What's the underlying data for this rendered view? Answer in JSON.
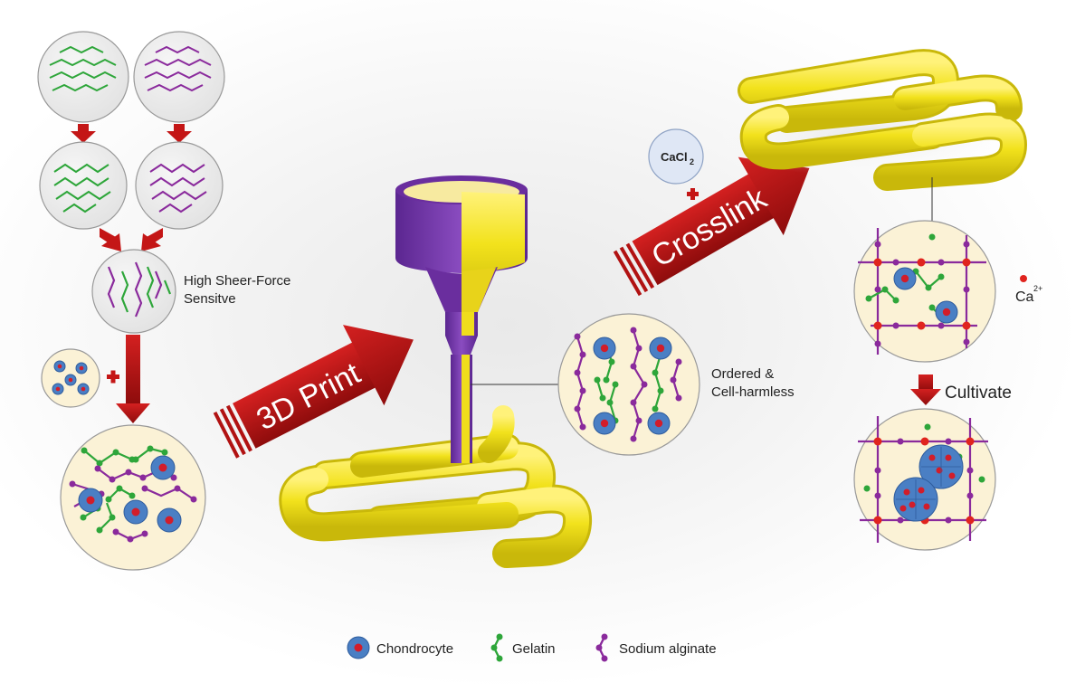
{
  "labels": {
    "shear_line1": "High Sheer-Force",
    "shear_line2": "Sensitve",
    "ordered_line1": "Ordered &",
    "ordered_line2": "Cell-harmless",
    "print_arrow": "3D Print",
    "crosslink_arrow": "Crosslink",
    "cacl2_main": "CaCl",
    "cacl2_sub": "2",
    "ca_ion": "Ca",
    "ca_charge": "2+",
    "cultivate": "Cultivate"
  },
  "legend": {
    "chondrocyte": "Chondrocyte",
    "gelatin": "Gelatin",
    "alginate": "Sodium alginate"
  },
  "colors": {
    "gelatin_green": "#2ea63a",
    "alginate_purple": "#8a2a9c",
    "chondrocyte_blue": "#4a7fc4",
    "nucleus_red": "#d21d2a",
    "arrow_red": "#b11212",
    "ink_yellow": "#f2e21c",
    "nozzle_purple": "#7a3aa8",
    "circle_fill": "#fbf2d6",
    "gray_circle": "#ececec"
  }
}
